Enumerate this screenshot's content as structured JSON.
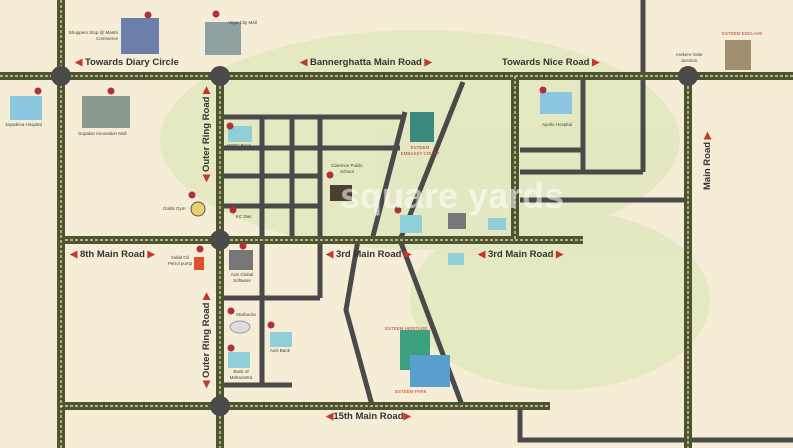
{
  "roads": {
    "towards_diary_circle": "Towards Diary Circle",
    "bannerghatta_main_road": "Bannerghatta Main Road",
    "towards_nice_road": "Towards Nice Road",
    "outer_ring_road_top": "Outer Ring Road",
    "outer_ring_road_bottom": "Outer Ring Road",
    "main_road": "Main Road",
    "eighth_main_road": "8th Main Road",
    "third_main_road_left": "3rd Main Road",
    "third_main_road_right": "3rd Main Road",
    "fifteenth_main_road": "15th Main Road"
  },
  "landmarks": {
    "shoppers_stop": "Shoppers Stop @ Mantri Commerce",
    "vega_city_mall": "Vega City Mall",
    "jayadeva_hospital": "Jayadeva Hospital",
    "gopalan_mall": "Gopalan Innovation Mall",
    "hdfc_bank": "HDFC Bank",
    "clarence_school": "Clarence Public School",
    "golds_gym": "Golds Gym",
    "kc_das": "KC Das",
    "indian_oil": "Indial Oil Petrol pump",
    "axis_global": "Axis Global Software",
    "starbucks": "Starbucks",
    "axis_bank": "Axis Bank",
    "bank_of_maharastra": "Bank of Maharastra",
    "apollo_hospital": "Apollo Hospital",
    "arekere_gate": "Arekere Gate Junction",
    "sterling_enclave": "ESTEEM ENCLAVE",
    "esteem_heritage": "ESTEEM HERITAGE",
    "esteem_park": "ESTEEM PARK",
    "esteem_court": "ESTEEM EMBASSY COURT"
  },
  "watermark": "square yards",
  "colors": {
    "background": "#f5edd6",
    "park": "#e3e8c0",
    "main_road": "#4f5430",
    "minor_road": "#4a4a4a",
    "arrow": "#c0392b",
    "pin": "#b03040"
  }
}
